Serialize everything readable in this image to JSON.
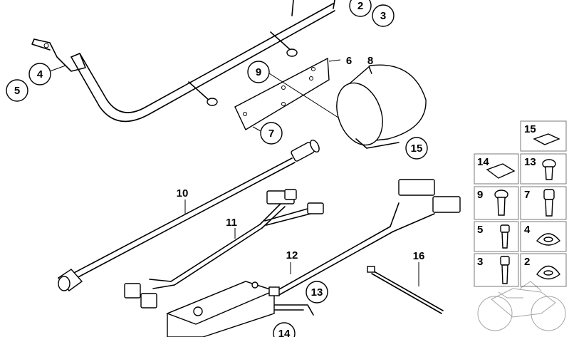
{
  "callouts": {
    "c2": "2",
    "c3": "3",
    "c4": "4",
    "c5": "5",
    "c6": "6",
    "c7": "7",
    "c8": "8",
    "c9": "9",
    "c10": "10",
    "c11": "11",
    "c12": "12",
    "c13": "13",
    "c14": "14",
    "c15": "15",
    "c16": "16"
  },
  "legend": {
    "items": [
      {
        "num": "15"
      },
      {
        "num": "14"
      },
      {
        "num": "13"
      },
      {
        "num": "9"
      },
      {
        "num": "7"
      },
      {
        "num": "5"
      },
      {
        "num": "4"
      },
      {
        "num": "3"
      },
      {
        "num": "2"
      }
    ]
  },
  "colors": {
    "line": "#000000",
    "box_border": "#7a7a7a",
    "shade": "#e8e8e8"
  }
}
